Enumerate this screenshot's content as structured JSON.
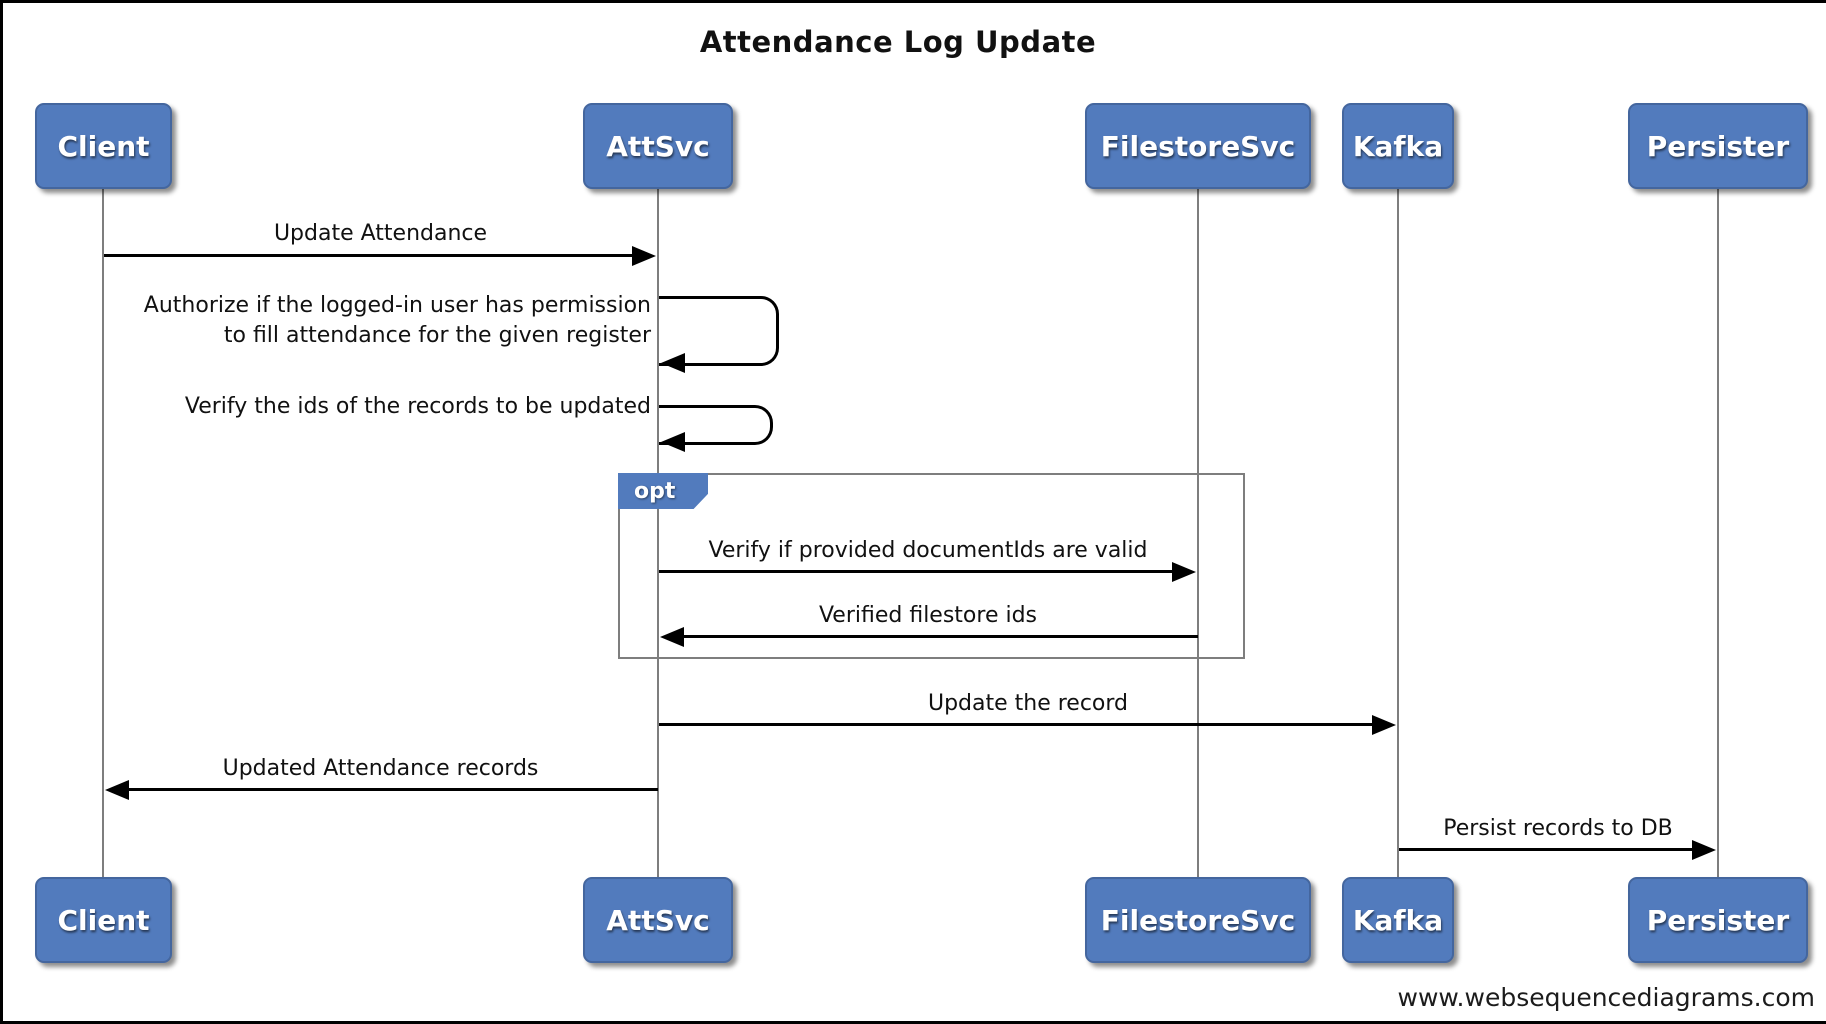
{
  "title": "Attendance Log Update",
  "watermark": "www.websequencediagrams.com",
  "fragment": {
    "label": "opt"
  },
  "actors": [
    {
      "id": "client",
      "label": "Client"
    },
    {
      "id": "attsvc",
      "label": "AttSvc"
    },
    {
      "id": "filestoresvc",
      "label": "FilestoreSvc"
    },
    {
      "id": "kafka",
      "label": "Kafka"
    },
    {
      "id": "persister",
      "label": "Persister"
    }
  ],
  "messages": [
    {
      "from": "Client",
      "to": "AttSvc",
      "type": "arrow-right",
      "text": "Update Attendance"
    },
    {
      "from": "AttSvc",
      "to": "AttSvc",
      "type": "self",
      "lines": [
        "Authorize if the logged-in user has permission",
        "to fill attendance for the given register"
      ]
    },
    {
      "from": "AttSvc",
      "to": "AttSvc",
      "type": "self",
      "text": "Verify the ids of the records to be updated"
    },
    {
      "from": "AttSvc",
      "to": "FilestoreSvc",
      "type": "arrow-right",
      "in_fragment": "opt",
      "text": "Verify if provided documentIds are valid"
    },
    {
      "from": "FilestoreSvc",
      "to": "AttSvc",
      "type": "arrow-left",
      "in_fragment": "opt",
      "text": "Verified filestore ids"
    },
    {
      "from": "AttSvc",
      "to": "Kafka",
      "type": "arrow-right",
      "text": "Update the record"
    },
    {
      "from": "AttSvc",
      "to": "Client",
      "type": "arrow-left",
      "text": "Updated Attendance records"
    },
    {
      "from": "Kafka",
      "to": "Persister",
      "type": "arrow-right",
      "text": "Persist records to DB"
    }
  ],
  "colors": {
    "actor_fill": "#527bbd",
    "actor_border": "#44669e",
    "lifeline": "#7e7e7e",
    "fragment_border": "#7e7e7e",
    "message_line": "#000000",
    "frame_border": "#000000",
    "background": "#ffffff"
  }
}
